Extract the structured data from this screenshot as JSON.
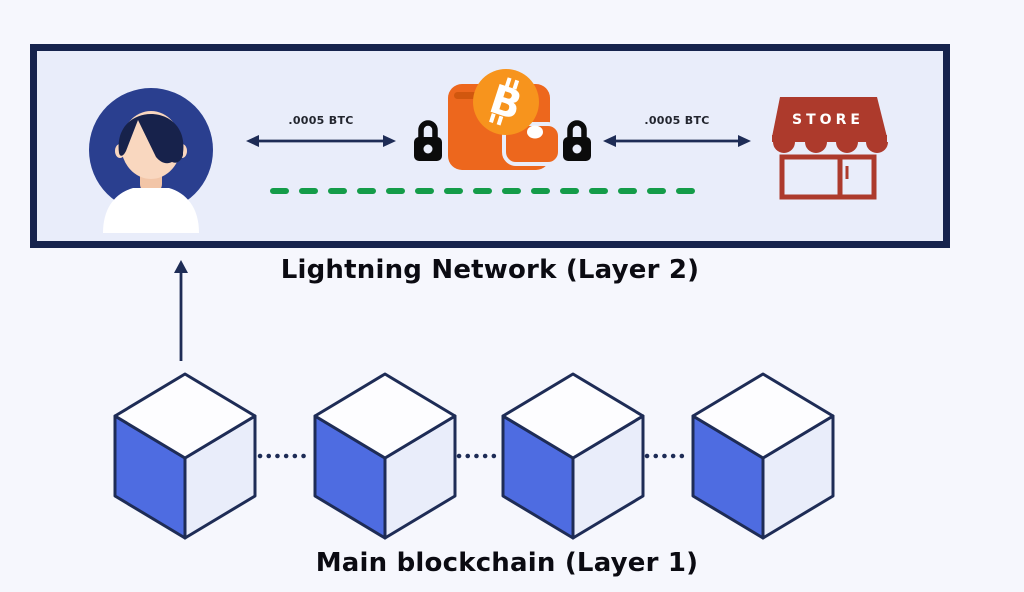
{
  "diagram": {
    "lightning": {
      "caption": "Lightning Network (Layer 2)",
      "left_amount": ".0005 BTC",
      "right_amount": ".0005 BTC",
      "store_sign": "STORE",
      "coin_letter": "B"
    },
    "blockchain": {
      "caption": "Main blockchain (Layer 1)",
      "block_count": 4
    },
    "colors": {
      "page_background": "#f6f7fd",
      "box_background": "#e9edfa",
      "box_border": "#16234d",
      "navy_line": "#1e2c56",
      "green_route": "#149c49",
      "wallet_orange": "#ed671d",
      "coin_orange": "#f7941d",
      "store_red": "#ad3a2c",
      "cube_blue": "#4e6ce1",
      "cube_top": "#fdfdff",
      "cube_side": "#e9edfa",
      "avatar_circle_blue": "#2a3f8f",
      "hair_navy": "#17224b",
      "skin": "#f9d7bf",
      "lock_black": "#0b0b0b"
    }
  }
}
